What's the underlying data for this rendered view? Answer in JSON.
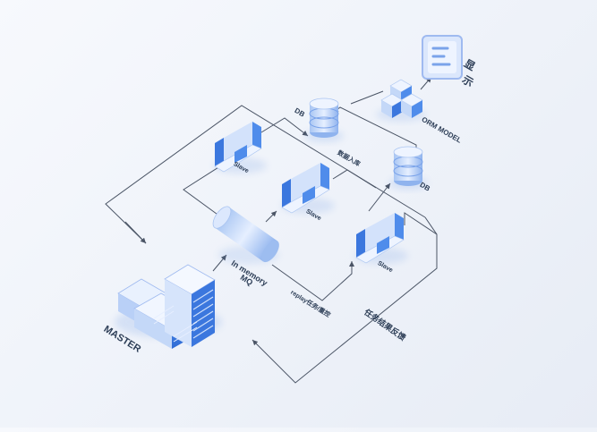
{
  "diagram": {
    "master_label": "MASTER",
    "mq_label_line1": "In memory",
    "mq_label_line2": "MQ",
    "slave_label": "Slave",
    "db_label": "DB",
    "db_write_label": "数据入库",
    "orm_label": "ORM MODEL",
    "display_label_line1": "显",
    "display_label_line2": "示",
    "replay_label": "replay任务/重控",
    "feedback_label": "任务结果反馈"
  },
  "colors": {
    "primary": "#3d7be0",
    "light": "#cfe0fb",
    "line": "#4a5465"
  }
}
